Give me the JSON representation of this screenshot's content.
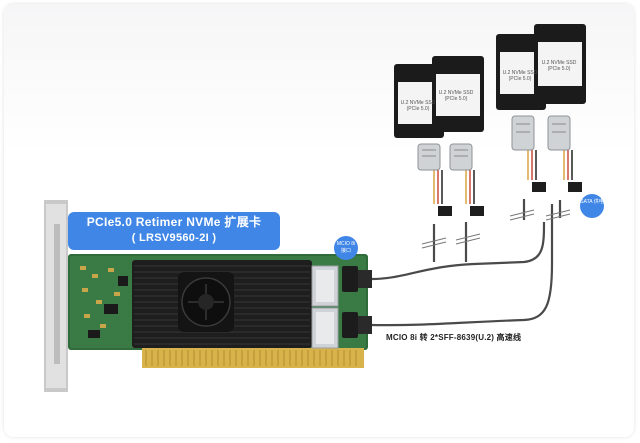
{
  "banner": {
    "title": "PCIe5.0 Retimer NVMe 扩展卡",
    "model": "( LRSV9560-2I )"
  },
  "tags": {
    "mcio": "MCIO 8i 接口",
    "sata": "SATA 供电"
  },
  "ssds": [
    {
      "label_line1": "U.2 NVMe SSD",
      "label_line2": "(PCIe 5.0)"
    },
    {
      "label_line1": "U.2 NVMe SSD",
      "label_line2": "(PCIe 5.0)"
    },
    {
      "label_line1": "U.2 NVMe SSD",
      "label_line2": "(PCIe 5.0)"
    },
    {
      "label_line1": "U.2 NVMe SSD",
      "label_line2": "(PCIe 5.0)"
    }
  ],
  "cable_caption": "MCIO 8i 转 2*SFF-8639(U.2) 高速线",
  "colors": {
    "accent": "#3f86e6",
    "pcb": "#2f6b3b",
    "heatsink": "#1e1e1e",
    "ssd_body": "#1b1b1b"
  }
}
